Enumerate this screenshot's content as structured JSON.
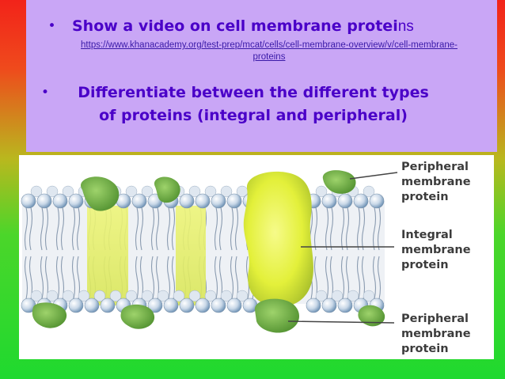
{
  "slide": {
    "bullet_char": "•",
    "bullets": [
      {
        "text_bold": "Show a video on cell membrane protei",
        "text_tail": "ns",
        "link": "https://www.khanacademy.org/test-prep/mcat/cells/cell-membrane-overview/v/cell-membrane-proteins"
      },
      {
        "text": "Differentiate between the different types of proteins (integral and peripheral)"
      }
    ]
  },
  "figure": {
    "labels": [
      "Peripheral\nmembrane\nprotein",
      "Integral\nmembrane\nprotein",
      "Peripheral\nmembrane\nprotein"
    ]
  },
  "colors": {
    "panel": "#c9a6f6",
    "text": "#4a00c8",
    "protein_green": "#6fae3e",
    "protein_yellow": "#e8f53a"
  }
}
